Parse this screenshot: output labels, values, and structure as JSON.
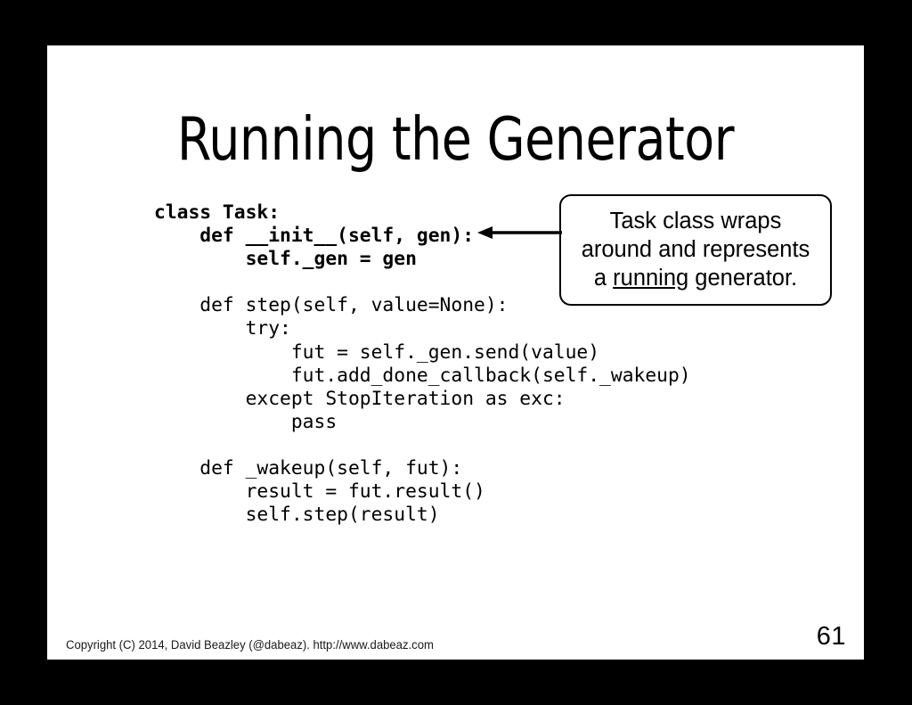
{
  "slide": {
    "title": "Running the Generator",
    "background_color": "#000000",
    "page_color": "#ffffff",
    "text_color": "#000000"
  },
  "code": {
    "language": "python",
    "lines": [
      {
        "text": "class Task:",
        "bold": true
      },
      {
        "text": "    def __init__(self, gen):",
        "bold": true
      },
      {
        "text": "        self._gen = gen",
        "bold": true
      },
      {
        "text": "",
        "bold": false
      },
      {
        "text": "    def step(self, value=None):",
        "bold": false
      },
      {
        "text": "        try:",
        "bold": false
      },
      {
        "text": "            fut = self._gen.send(value)",
        "bold": false
      },
      {
        "text": "            fut.add_done_callback(self._wakeup)",
        "bold": false
      },
      {
        "text": "        except StopIteration as exc:",
        "bold": false
      },
      {
        "text": "            pass",
        "bold": false
      },
      {
        "text": "",
        "bold": false
      },
      {
        "text": "    def _wakeup(self, fut):",
        "bold": false
      },
      {
        "text": "        result = fut.result()",
        "bold": false
      },
      {
        "text": "        self.step(result)",
        "bold": false
      }
    ]
  },
  "callout": {
    "line1": "Task class wraps",
    "line2": "around and represents",
    "line3_prefix": "a ",
    "line3_underlined": "running",
    "line3_suffix": " generator.",
    "border_color": "#000000"
  },
  "footer": {
    "copyright": "Copyright (C) 2014, David Beazley (@dabeaz). http://www.dabeaz.com",
    "page_number": "61"
  }
}
